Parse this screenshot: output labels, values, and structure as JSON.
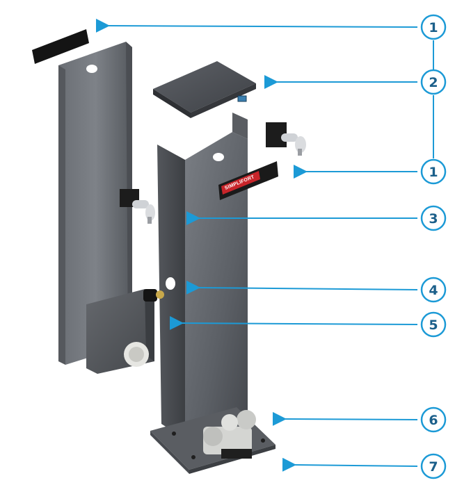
{
  "diagram": {
    "label_plate_text": "SIMPLIFORT",
    "callouts": [
      "1",
      "2",
      "1",
      "3",
      "4",
      "5",
      "6",
      "7"
    ],
    "colors": {
      "accent_blue": "#1c9ad6",
      "callout_text": "#1b5f8a",
      "label_red": "#c8252a",
      "metal_dark": "#4a4d52",
      "metal_light": "#8a8e94",
      "black": "#141414"
    }
  }
}
